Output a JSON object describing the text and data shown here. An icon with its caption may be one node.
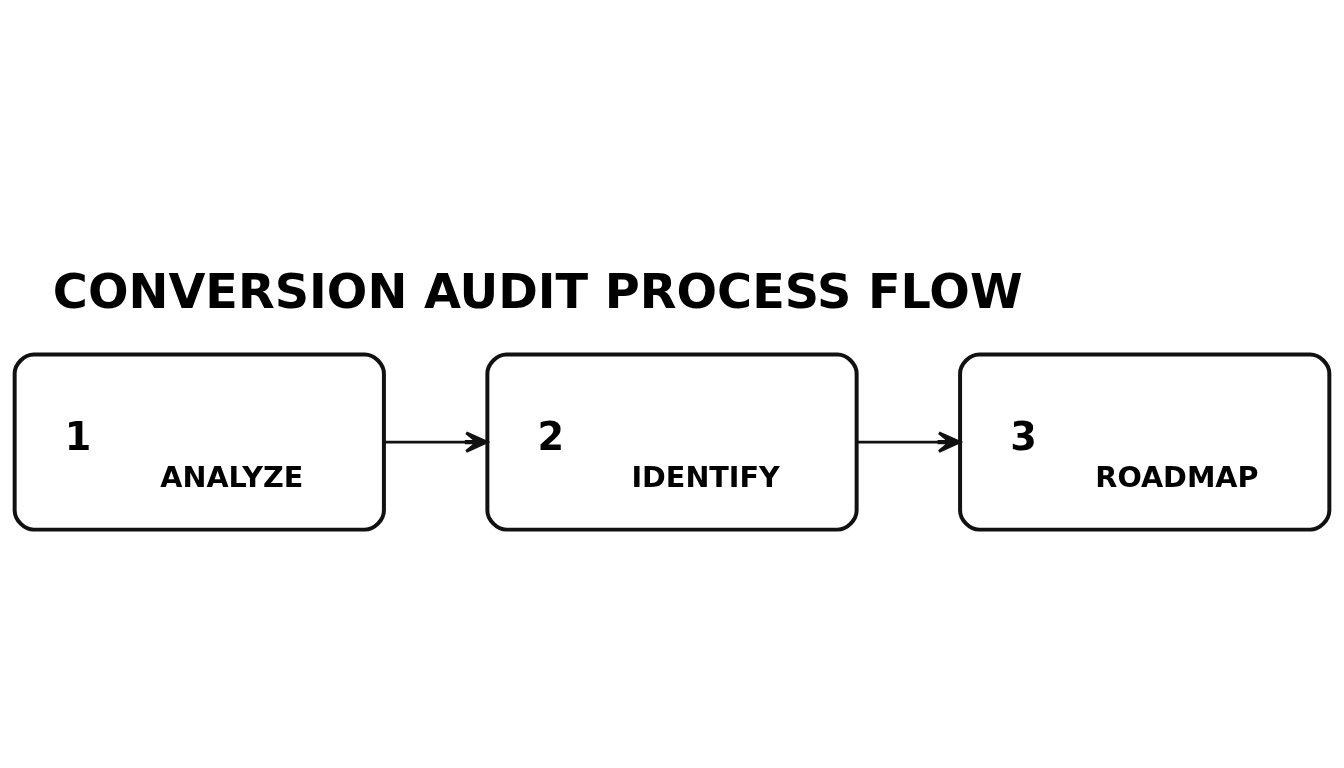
{
  "diagram": {
    "title": "CONVERSION AUDIT PROCESS FLOW",
    "nodes": [
      {
        "text": [
          "1",
          "ANALYZE"
        ]
      },
      {
        "text": [
          "2",
          "IDENTIFY"
        ]
      },
      {
        "text": [
          "3",
          "ROADMAP"
        ]
      }
    ],
    "edges": [
      {
        "from": 0,
        "to": 1,
        "arrow": "to"
      },
      {
        "from": 1,
        "to": 2,
        "arrow": "to"
      }
    ]
  }
}
